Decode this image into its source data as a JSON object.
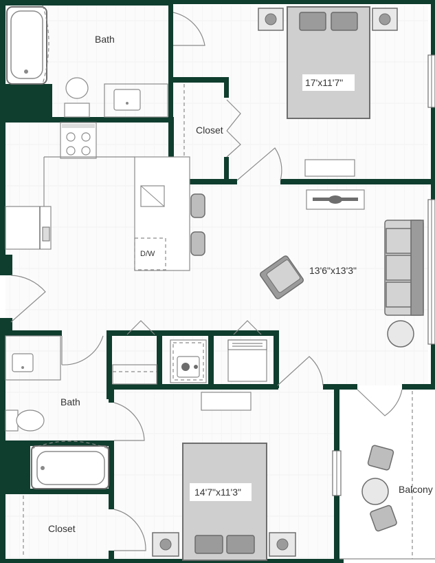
{
  "rooms": {
    "bath_top": "Bath",
    "closet_top": "Closet",
    "bedroom_top_dim": "17'x11'7\"",
    "living_dim": "13'6\"x13'3\"",
    "dishwasher": "D/W",
    "bath_bottom": "Bath",
    "closet_bottom": "Closet",
    "bedroom_bottom_dim": "14'7\"x11'3\"",
    "balcony": "Balcony"
  },
  "colors": {
    "wall": "#0f3d2e",
    "furniture_stroke": "#6d6d6d",
    "bed_fill": "#cfcfcf"
  }
}
